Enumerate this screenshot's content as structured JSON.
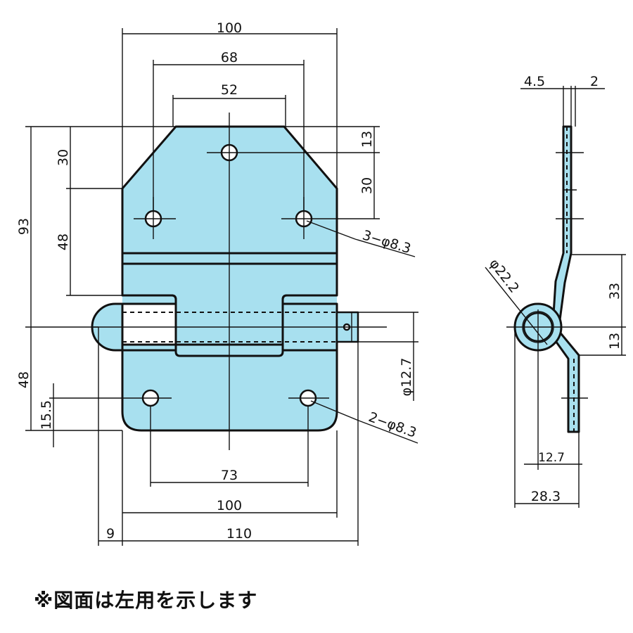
{
  "front_view": {
    "dim_top_overall": "100",
    "dim_top_holes": "68",
    "dim_top_flat": "52",
    "dim_left_93": "93",
    "dim_left_30": "30",
    "dim_left_48_upper": "48",
    "dim_left_48_lower": "48",
    "dim_left_15_5": "15.5",
    "dim_right_13": "13",
    "dim_right_30": "30",
    "dim_pin_dia": "φ12.7",
    "upper_holes_callout": "3−φ8.3",
    "lower_holes_callout": "2−φ8.3",
    "dim_bottom_73": "73",
    "dim_bottom_100": "100",
    "dim_bottom_110": "110",
    "dim_bottom_9": "9"
  },
  "side_view": {
    "dim_top_4_5": "4.5",
    "dim_top_2": "2",
    "dim_knuckle_dia": "φ22.2",
    "dim_right_33": "33",
    "dim_right_13": "13",
    "dim_bottom_12_7": "12.7",
    "dim_bottom_28_3": "28.3"
  },
  "footer_note": "※図面は左用を示します"
}
